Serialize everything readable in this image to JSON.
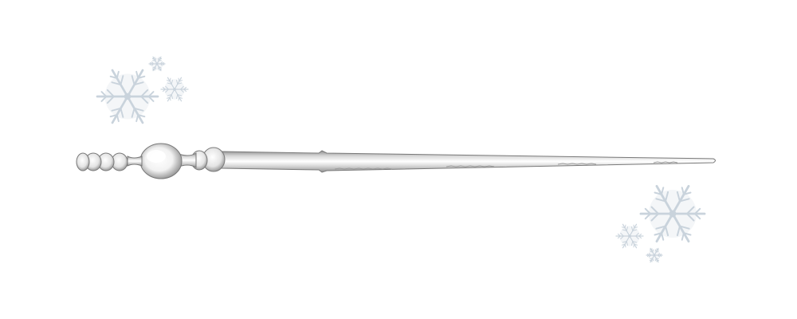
{
  "scene": {
    "background_color": "#ffffff",
    "subject": "ice-wand",
    "wand": {
      "highlight_color": "#ffffff",
      "mid_color": "#d9d9d9",
      "shadow_color": "#8e8e8e",
      "outline_color": "#7a7a7a"
    },
    "snowflake_color": "#dfe6ec",
    "snowflake_stroke": "#c9d3dc",
    "snowflake_clusters": [
      "upper-left",
      "lower-right"
    ]
  }
}
